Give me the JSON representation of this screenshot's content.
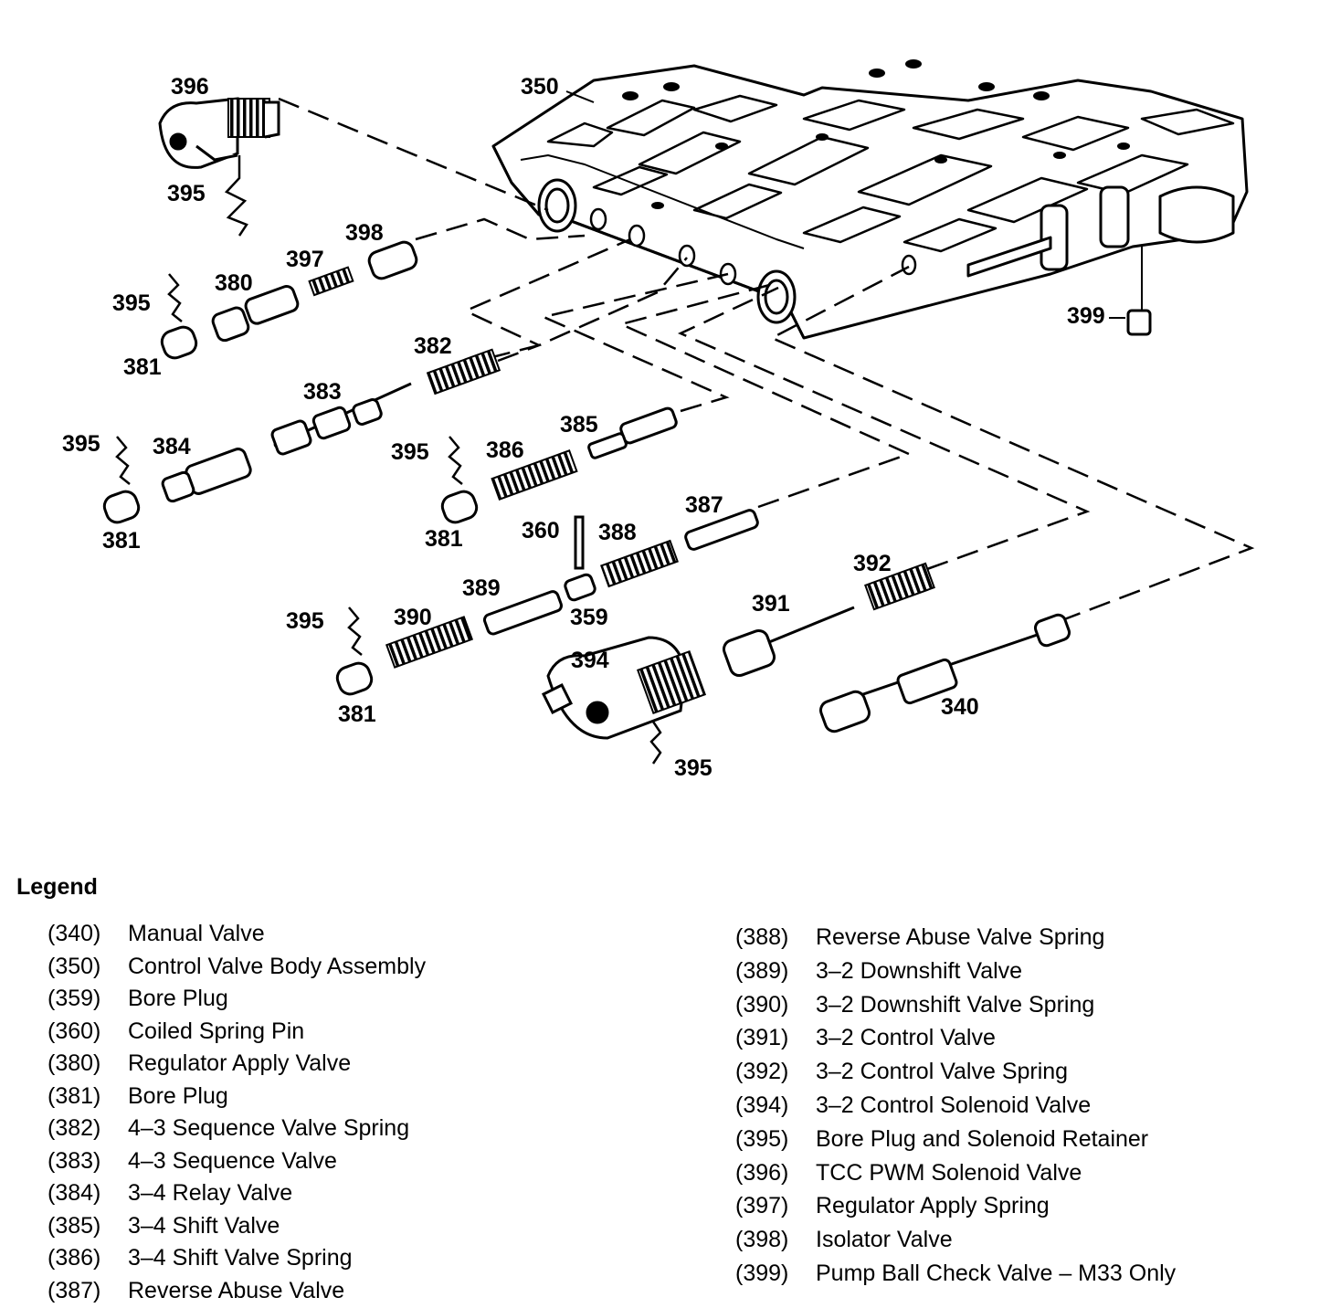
{
  "callouts": {
    "c396": "396",
    "c350": "350",
    "c395a": "395",
    "c398": "398",
    "c397": "397",
    "c380": "380",
    "c395b": "395",
    "c381a": "381",
    "c399": "399",
    "c382": "382",
    "c383": "383",
    "c395c": "395",
    "c384": "384",
    "c385": "385",
    "c395d": "395",
    "c386": "386",
    "c381b": "381",
    "c381c": "381",
    "c360": "360",
    "c387": "387",
    "c388": "388",
    "c392": "392",
    "c389": "389",
    "c391": "391",
    "c395e": "395",
    "c390": "390",
    "c359": "359",
    "c394": "394",
    "c381d": "381",
    "c340": "340",
    "c395f": "395"
  },
  "legend": {
    "title": "Legend",
    "left": [
      {
        "num": "(340)",
        "text": "Manual Valve"
      },
      {
        "num": "(350)",
        "text": "Control Valve Body Assembly"
      },
      {
        "num": "(359)",
        "text": "Bore Plug"
      },
      {
        "num": "(360)",
        "text": "Coiled Spring Pin"
      },
      {
        "num": "(380)",
        "text": "Regulator Apply Valve"
      },
      {
        "num": "(381)",
        "text": "Bore Plug"
      },
      {
        "num": "(382)",
        "text": "4–3 Sequence Valve Spring"
      },
      {
        "num": "(383)",
        "text": "4–3 Sequence Valve"
      },
      {
        "num": "(384)",
        "text": "3–4 Relay Valve"
      },
      {
        "num": "(385)",
        "text": "3–4 Shift Valve"
      },
      {
        "num": "(386)",
        "text": "3–4 Shift Valve Spring"
      },
      {
        "num": "(387)",
        "text": "Reverse Abuse Valve"
      }
    ],
    "right": [
      {
        "num": "(388)",
        "text": "Reverse Abuse Valve Spring"
      },
      {
        "num": "(389)",
        "text": "3–2 Downshift Valve"
      },
      {
        "num": "(390)",
        "text": "3–2 Downshift Valve Spring"
      },
      {
        "num": "(391)",
        "text": "3–2 Control Valve"
      },
      {
        "num": "(392)",
        "text": "3–2 Control Valve Spring"
      },
      {
        "num": "(394)",
        "text": "3–2 Control Solenoid Valve"
      },
      {
        "num": "(395)",
        "text": "Bore Plug and Solenoid Retainer"
      },
      {
        "num": "(396)",
        "text": "TCC PWM Solenoid Valve"
      },
      {
        "num": "(397)",
        "text": "Regulator Apply Spring"
      },
      {
        "num": "(398)",
        "text": "Isolator Valve"
      },
      {
        "num": "(399)",
        "text": "Pump Ball Check Valve – M33 Only"
      }
    ]
  }
}
